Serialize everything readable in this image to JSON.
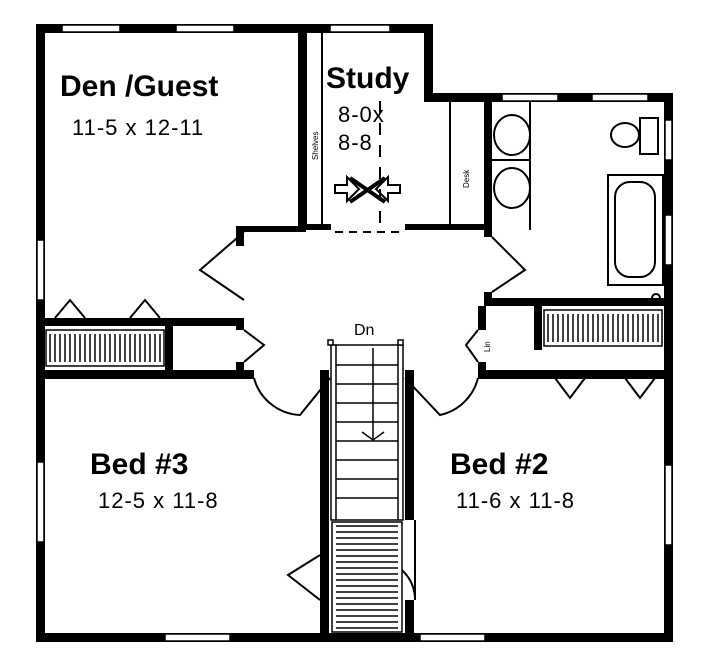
{
  "rooms": {
    "den": {
      "name": "Den /Guest",
      "size": "11-5 x 12-11"
    },
    "study": {
      "name": "Study",
      "size_line1": "8-0x",
      "size_line2": "8-8"
    },
    "bed3": {
      "name": "Bed #3",
      "size": "12-5 x 11-8"
    },
    "bed2": {
      "name": "Bed #2",
      "size": "11-6 x 11-8"
    }
  },
  "labels": {
    "shelves": "Shelves",
    "desk": "Desk",
    "stairs_down": "Dn",
    "linen": "Lin"
  },
  "colors": {
    "ink": "#000000",
    "paper": "#ffffff"
  }
}
